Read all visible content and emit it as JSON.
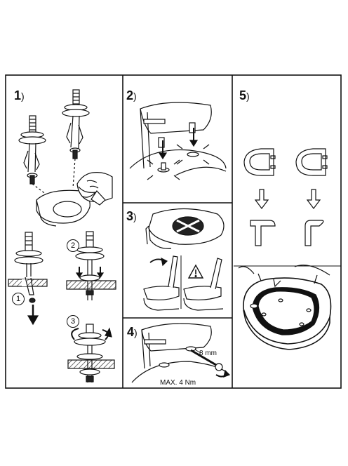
{
  "steps": {
    "s1": "1",
    "s2": "2",
    "s3": "3",
    "s4": "4",
    "s5": "5"
  },
  "substeps": {
    "c1": "1",
    "c2": "2",
    "c3": "3"
  },
  "annotations": {
    "wrench_size": "8 mm",
    "torque": "MAX. 4 Nm"
  },
  "icons": [
    "warning-icon",
    "arrow-down-icon",
    "rotate-arrow-icon",
    "cross-arrows-icon"
  ],
  "colors": {
    "line": "#111111",
    "hatch": "#333333",
    "fill": "#ffffff",
    "dark": "#222222"
  }
}
